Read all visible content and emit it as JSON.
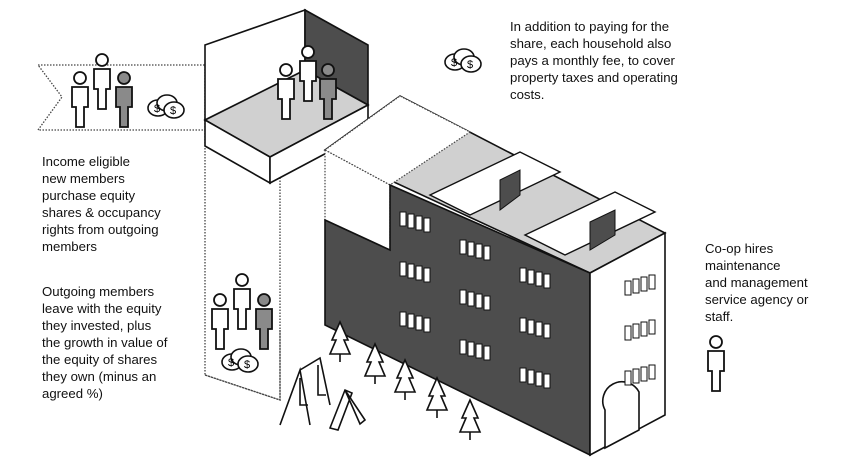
{
  "notes": {
    "monthly_fee": "In addition to paying for the\nshare, each household also\npays a monthly fee, to cover\nproperty taxes and operating\ncosts.",
    "new_members": "Income eligible\nnew members\npurchase equity\nshares & occupancy\nrights from outgoing\nmembers",
    "outgoing_members": "Outgoing members\nleave with the equity\nthey invested, plus\nthe growth in value of\nthe equity of shares\nthey own (minus an\nagreed %)",
    "coop_hires": "Co-op hires\nmaintenance\nand management\nservice agency or\nstaff."
  },
  "colors": {
    "dark": "#4d4d4d",
    "light": "#d0d0d0",
    "mid": "#8a8a8a"
  }
}
